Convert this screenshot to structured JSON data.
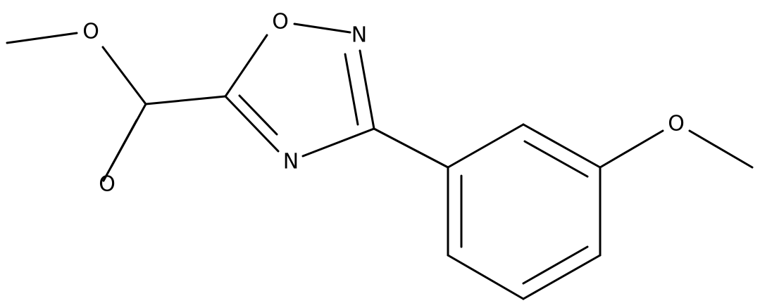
{
  "molecule": {
    "atoms": {
      "ester_carbonyl_o": "O",
      "ester_ether_o": "O",
      "ring_o1": "O",
      "ring_n2": "N",
      "ring_n4": "N",
      "methoxy_o": "O"
    }
  },
  "colors": {
    "bond": "#000000",
    "label": "#000000",
    "background": "#ffffff"
  }
}
